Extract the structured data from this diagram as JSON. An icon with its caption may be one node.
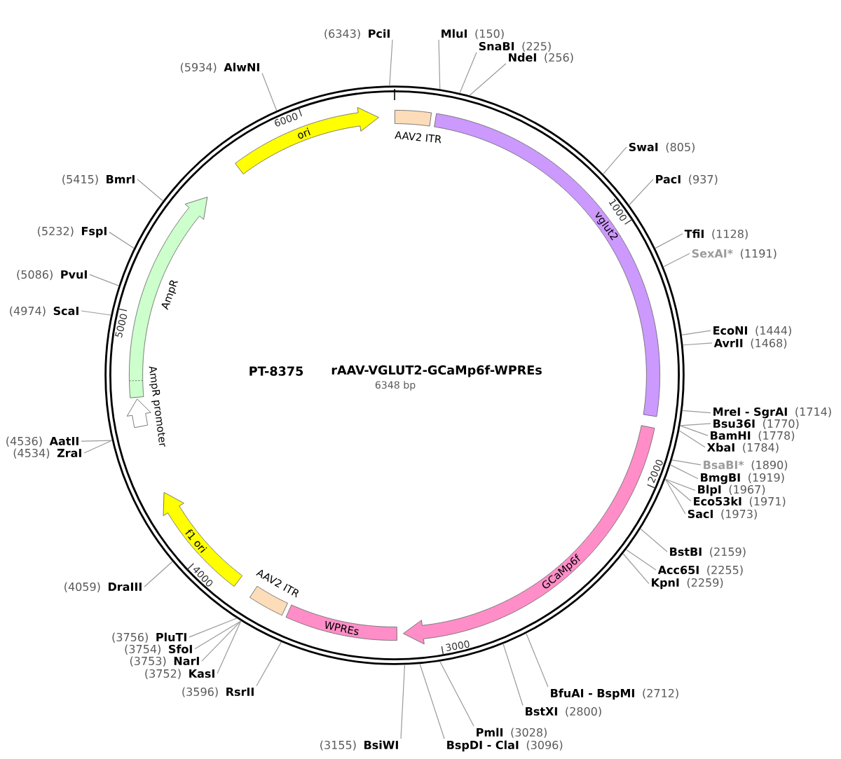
{
  "diagram": {
    "title": "rAAV-VGLUT2-GCaMp6f-WPREs",
    "nodes": [
      {
        "text": [],
        "shape": "circle"
      },
      {
        "text": [
          "AAV2 ITR"
        ],
        "in": 0
      },
      {
        "text": [
          "vglut2"
        ],
        "in": 0
      },
      {
        "text": [
          "GCaMp6f"
        ],
        "in": 0
      },
      {
        "text": [
          "WPREs"
        ],
        "in": 0
      },
      {
        "text": [
          "AAV2 ITR"
        ],
        "in": 0
      },
      {
        "text": [
          "f1 ori"
        ],
        "in": 0
      },
      {
        "text": [
          "AmpR promoter"
        ],
        "in": 0
      },
      {
        "text": [
          "AmpR"
        ],
        "in": 0
      },
      {
        "text": [
          "ori"
        ],
        "in": 0
      },
      {
        "text": [
          "MluI"
        ],
        "beside": [
          "(150)"
        ]
      },
      {
        "text": [
          "SnaBI"
        ],
        "beside": [
          "(225)"
        ]
      },
      {
        "text": [
          "NdeI"
        ],
        "beside": [
          "(256)"
        ]
      },
      {
        "text": [
          "SwaI"
        ],
        "beside": [
          "(805)"
        ]
      },
      {
        "text": [
          "PacI"
        ],
        "beside": [
          "(937)"
        ]
      },
      {
        "text": [
          "TfiI"
        ],
        "beside": [
          "(1128)"
        ]
      },
      {
        "text": [
          "SexAI*"
        ],
        "beside": [
          "(1191)"
        ]
      },
      {
        "text": [
          "EcoNI"
        ],
        "beside": [
          "(1444)"
        ]
      },
      {
        "text": [
          "AvrII"
        ],
        "beside": [
          "(1468)"
        ]
      },
      {
        "text": [
          "MreI - SgrAI"
        ],
        "beside": [
          "(1714)"
        ]
      },
      {
        "text": [
          "Bsu36I"
        ],
        "beside": [
          "(1770)"
        ]
      },
      {
        "text": [
          "BamHI"
        ],
        "beside": [
          "(1778)"
        ]
      },
      {
        "text": [
          "XbaI"
        ],
        "beside": [
          "(1784)"
        ]
      },
      {
        "text": [
          "BsaBI*"
        ],
        "beside": [
          "(1890)"
        ]
      },
      {
        "text": [
          "BmgBI"
        ],
        "beside": [
          "(1919)"
        ]
      },
      {
        "text": [
          "BlpI"
        ],
        "beside": [
          "(1967)"
        ]
      },
      {
        "text": [
          "Eco53kI"
        ],
        "beside": [
          "(1971)"
        ]
      },
      {
        "text": [
          "SacI"
        ],
        "beside": [
          "(1973)"
        ]
      },
      {
        "text": [
          "BstBI"
        ],
        "beside": [
          "(2159)"
        ]
      },
      {
        "text": [
          "Acc65I"
        ],
        "beside": [
          "(2255)"
        ]
      },
      {
        "text": [
          "KpnI"
        ],
        "beside": [
          "(2259)"
        ]
      },
      {
        "text": [
          "BfuAI - BspMI"
        ],
        "beside": [
          "(2712)"
        ]
      },
      {
        "text": [
          "BstXI"
        ],
        "beside": [
          "(2800)"
        ]
      },
      {
        "text": [
          "PmlI"
        ],
        "beside": [
          "(3028)"
        ]
      },
      {
        "text": [
          "BspDI - ClaI"
        ],
        "beside": [
          "(3096)"
        ]
      },
      {
        "text": [
          "BsiWI"
        ],
        "beside": [
          "(3155)"
        ]
      },
      {
        "text": [
          "RsrII"
        ],
        "beside": [
          "(3596)"
        ]
      },
      {
        "text": [
          "KasI"
        ],
        "beside": [
          "(3752)"
        ]
      },
      {
        "text": [
          "NarI"
        ],
        "beside": [
          "(3753)"
        ]
      },
      {
        "text": [
          "SfoI"
        ],
        "beside": [
          "(3754)"
        ]
      },
      {
        "text": [
          "PluTI"
        ],
        "beside": [
          "(3756)"
        ]
      },
      {
        "text": [
          "DraIII"
        ],
        "beside": [
          "(4059)"
        ]
      },
      {
        "text": [
          "AatII"
        ],
        "beside": [
          "(4536)"
        ]
      },
      {
        "text": [
          "ZraI"
        ],
        "beside": [
          "(4534)"
        ]
      },
      {
        "text": [
          "ScaI"
        ],
        "beside": [
          "(4974)"
        ]
      },
      {
        "text": [
          "PvuI"
        ],
        "beside": [
          "(5086)"
        ]
      },
      {
        "text": [
          "FspI"
        ],
        "beside": [
          "(5232)"
        ]
      },
      {
        "text": [
          "BmrI"
        ],
        "beside": [
          "(5415)"
        ]
      },
      {
        "text": [
          "AlwNI"
        ],
        "beside": [
          "(5934)"
        ]
      },
      {
        "text": [
          "PciI"
        ],
        "beside": [
          "(6343)"
        ]
      }
    ],
    "edges": [
      {
        "from": 10,
        "to": 0,
        "arrow": "none"
      },
      {
        "from": 11,
        "to": 0,
        "arrow": "none"
      },
      {
        "from": 12,
        "to": 0,
        "arrow": "none"
      },
      {
        "from": 13,
        "to": 0,
        "arrow": "none"
      },
      {
        "from": 14,
        "to": 0,
        "arrow": "none"
      },
      {
        "from": 15,
        "to": 0,
        "arrow": "none"
      },
      {
        "from": 16,
        "to": 0,
        "arrow": "none"
      },
      {
        "from": 17,
        "to": 0,
        "arrow": "none"
      },
      {
        "from": 18,
        "to": 0,
        "arrow": "none"
      },
      {
        "from": 19,
        "to": 0,
        "arrow": "none"
      },
      {
        "from": 20,
        "to": 0,
        "arrow": "none"
      },
      {
        "from": 21,
        "to": 0,
        "arrow": "none"
      },
      {
        "from": 22,
        "to": 0,
        "arrow": "none"
      },
      {
        "from": 23,
        "to": 0,
        "arrow": "none"
      },
      {
        "from": 24,
        "to": 0,
        "arrow": "none"
      },
      {
        "from": 25,
        "to": 0,
        "arrow": "none"
      },
      {
        "from": 26,
        "to": 0,
        "arrow": "none"
      },
      {
        "from": 27,
        "to": 0,
        "arrow": "none"
      },
      {
        "from": 28,
        "to": 0,
        "arrow": "none"
      },
      {
        "from": 29,
        "to": 0,
        "arrow": "none"
      },
      {
        "from": 30,
        "to": 0,
        "arrow": "none"
      },
      {
        "from": 31,
        "to": 0,
        "arrow": "none"
      },
      {
        "from": 32,
        "to": 0,
        "arrow": "none"
      },
      {
        "from": 33,
        "to": 0,
        "arrow": "none"
      },
      {
        "from": 34,
        "to": 0,
        "arrow": "none"
      },
      {
        "from": 35,
        "to": 0,
        "arrow": "none"
      },
      {
        "from": 36,
        "to": 0,
        "arrow": "none"
      },
      {
        "from": 37,
        "to": 0,
        "arrow": "none"
      },
      {
        "from": 38,
        "to": 0,
        "arrow": "none"
      },
      {
        "from": 39,
        "to": 0,
        "arrow": "none"
      },
      {
        "from": 40,
        "to": 0,
        "arrow": "none"
      },
      {
        "from": 41,
        "to": 0,
        "arrow": "none"
      },
      {
        "from": 42,
        "to": 0,
        "arrow": "none"
      },
      {
        "from": 43,
        "to": 0,
        "arrow": "none"
      },
      {
        "from": 44,
        "to": 0,
        "arrow": "none"
      },
      {
        "from": 45,
        "to": 0,
        "arrow": "none"
      },
      {
        "from": 46,
        "to": 0,
        "arrow": "none"
      },
      {
        "from": 47,
        "to": 0,
        "arrow": "none"
      },
      {
        "from": 48,
        "to": 0,
        "arrow": "none"
      },
      {
        "from": 49,
        "to": 0,
        "arrow": "none"
      }
    ],
    "labels": [
      "PT-8375",
      "6348 bp",
      "1000",
      "2000",
      "3000",
      "4000",
      "5000",
      "6000"
    ]
  }
}
